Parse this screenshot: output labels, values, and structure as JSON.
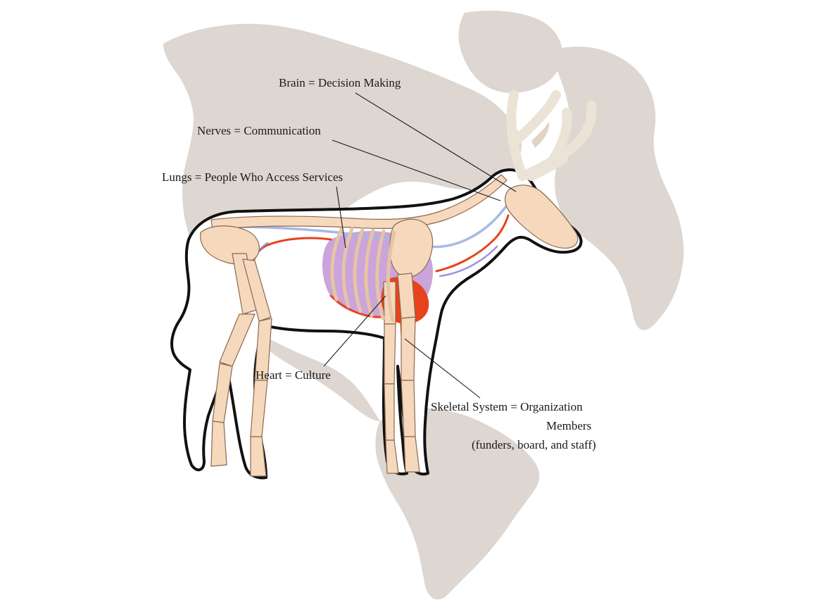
{
  "labels": {
    "brain": "Brain = Decision  Making",
    "nerves": "Nerves = Communication",
    "lungs": "Lungs = People Who Access Services",
    "heart": "Heart = Culture",
    "skeletal_line1": "Skeletal System = Organization",
    "skeletal_line2": "Members",
    "skeletal_line3": "(funders, board, and staff)"
  },
  "colors": {
    "globe_land": "#ddd6d1",
    "bone": "#f6d8bd",
    "bone_outline": "#8a6a50",
    "antler": "#ebe4d6",
    "body_outline": "#111111",
    "lungs": "#c49ad6",
    "blood": "#e8421c",
    "nerve": "#a7b8e6"
  }
}
